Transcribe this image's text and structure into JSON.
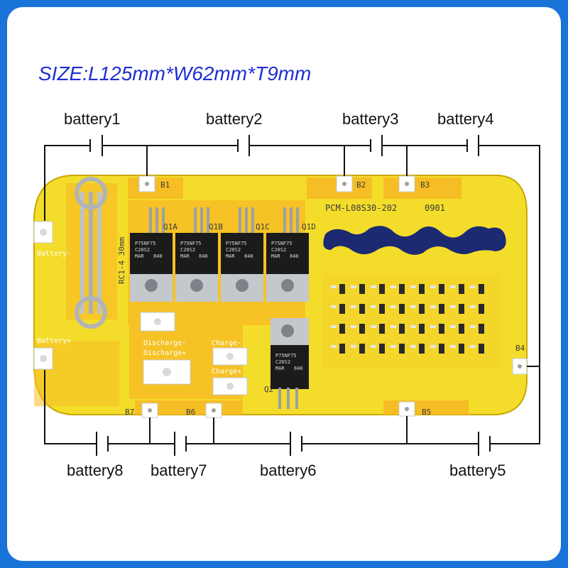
{
  "title": "SIZE:L125mm*W62mm*T9mm",
  "battery_labels": [
    "battery1",
    "battery2",
    "battery3",
    "battery4",
    "battery5",
    "battery6",
    "battery7",
    "battery8"
  ],
  "pcb": {
    "model": "PCM-L08S30-202",
    "code": "0901",
    "shunt_label": "RC1-4 30mm",
    "pads": [
      "B1",
      "B2",
      "B3",
      "B4",
      "B5",
      "B6",
      "B7"
    ],
    "terminals": {
      "battery_minus": "Battery-",
      "battery_plus": "Battery+",
      "discharge_minus": "Discharge-",
      "discharge_plus": "Discharge+",
      "charge_minus": "Charge-",
      "charge_plus": "Charge+"
    },
    "mosfets": [
      "Q1A",
      "Q1B",
      "Q1C",
      "Q1D",
      "Q2"
    ],
    "mosfet_marking": [
      "P75NF75",
      "C20S2",
      "MAR",
      "840"
    ],
    "mosfet_q2_marking": [
      "P75NF75",
      "C20S2",
      "MAR",
      "840"
    ]
  },
  "colors": {
    "frame": "#1a73d9",
    "title": "#1f2fd0",
    "board": "#f3dd2a",
    "board_outline": "#c9a800",
    "pad": "#f6bd24",
    "mosfet": "#1b1b1b"
  }
}
